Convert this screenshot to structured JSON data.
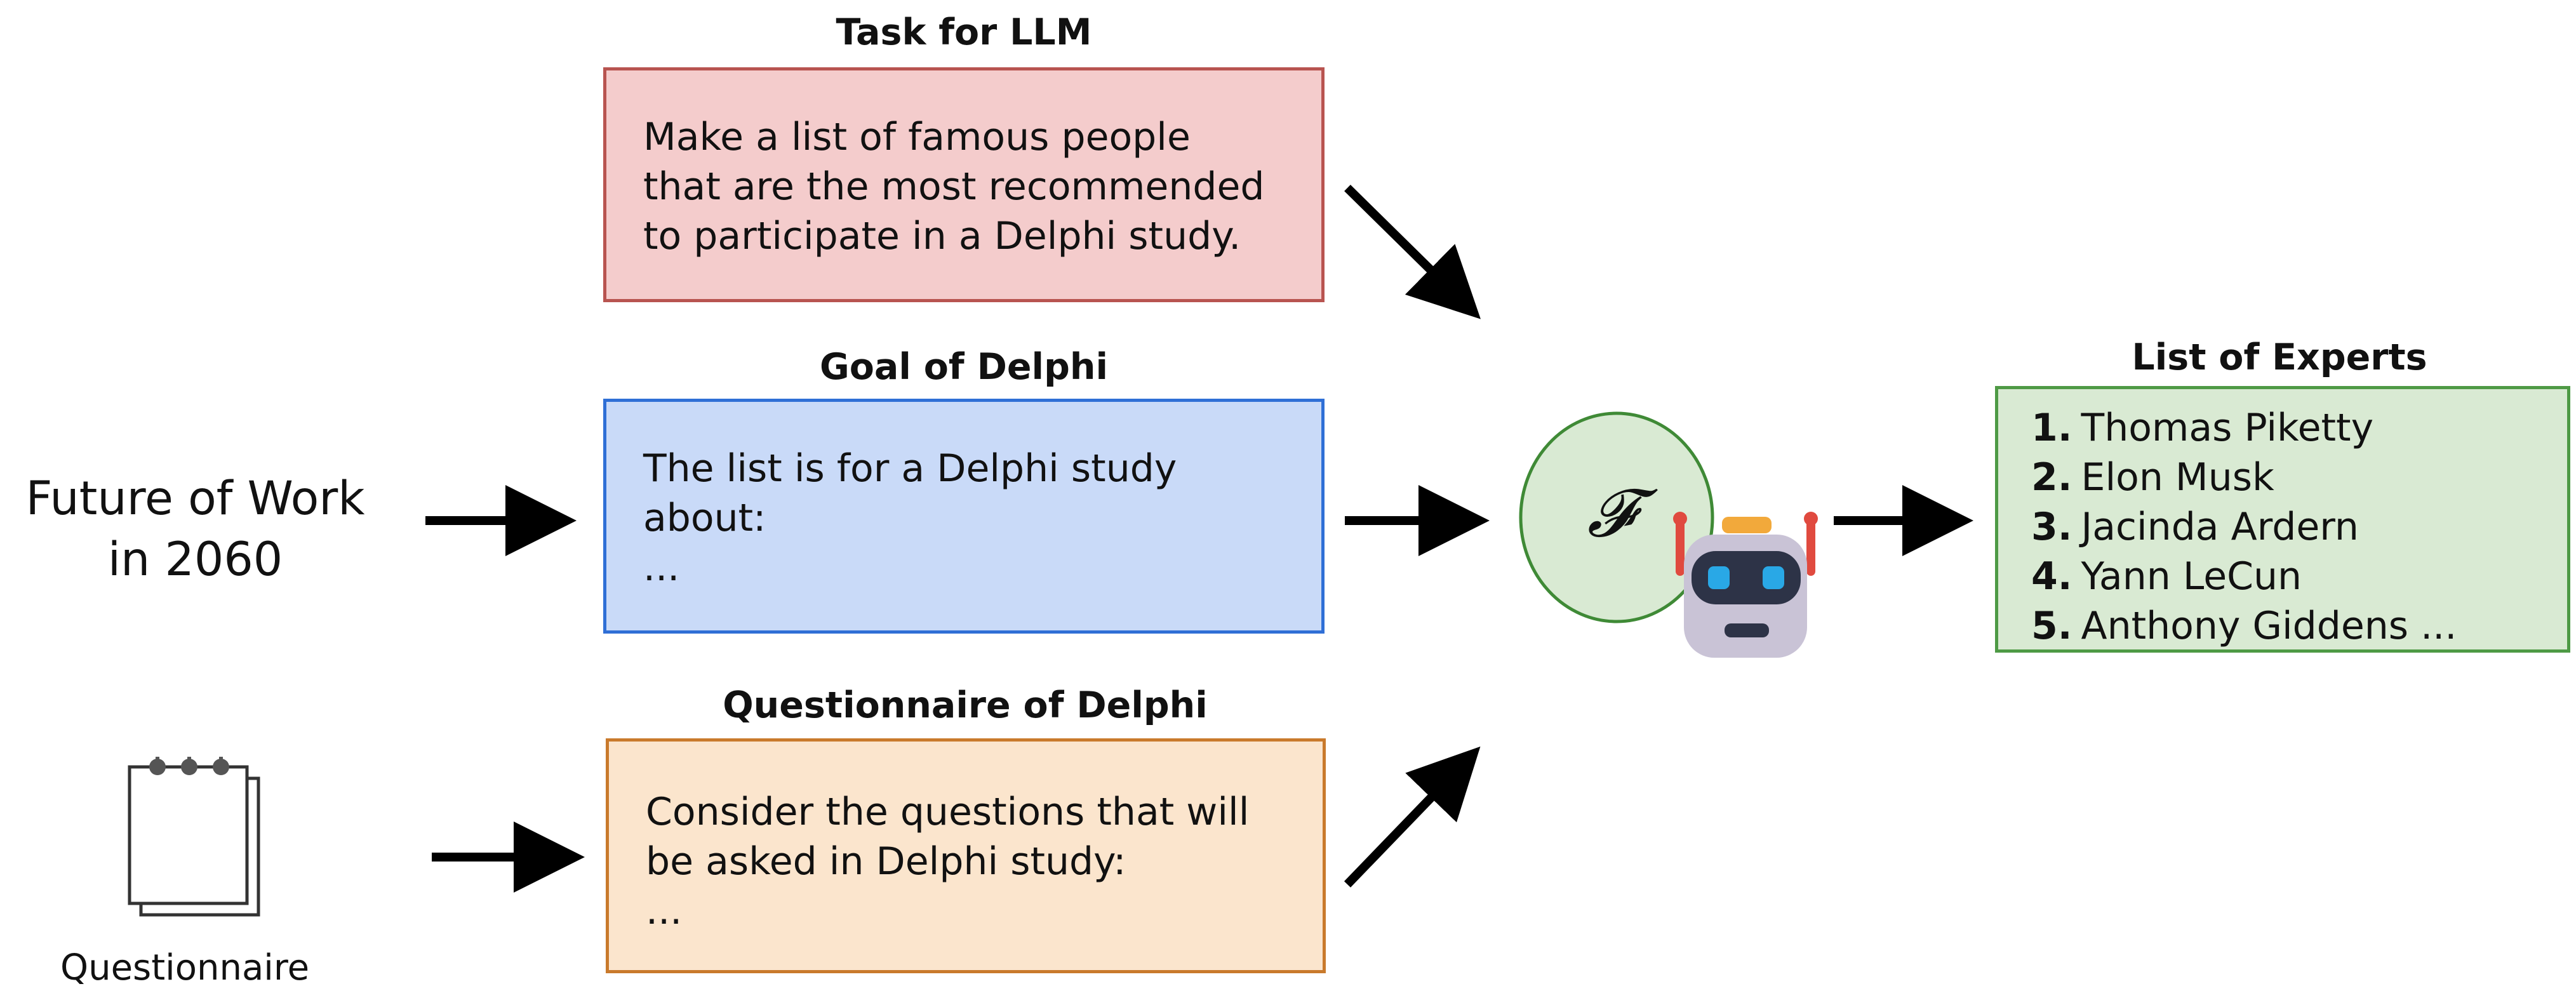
{
  "task": {
    "heading": "Task for LLM",
    "lines": [
      "Make a list of famous people",
      "that are the most recommended",
      "to participate in a Delphi study."
    ]
  },
  "goal": {
    "heading": "Goal of Delphi",
    "lines": [
      "The list is for a Delphi study",
      "about:",
      "..."
    ]
  },
  "questionnaire_box": {
    "heading": "Questionnaire of Delphi",
    "lines": [
      "Consider the questions that will",
      "be asked in Delphi study:",
      "..."
    ]
  },
  "future_of_work": {
    "lines": [
      "Future of Work",
      "in 2060"
    ]
  },
  "questionnaire_icon": {
    "label": "Questionnaire",
    "icon": "notepad-icon"
  },
  "model": {
    "symbol": "𝓕",
    "icon": "robot-icon"
  },
  "experts": {
    "heading": "List of Experts",
    "items": [
      {
        "num": "1.",
        "name": "Thomas Piketty"
      },
      {
        "num": "2.",
        "name": "Elon Musk"
      },
      {
        "num": "3.",
        "name": "Jacinda Ardern"
      },
      {
        "num": "4.",
        "name": "Yann LeCun"
      },
      {
        "num": "5.",
        "name": "Anthony Giddens ..."
      }
    ]
  },
  "colors": {
    "task_fill": "#f4cccc",
    "task_border": "#b85450",
    "goal_fill": "#c9daf8",
    "goal_border": "#2f6fd6",
    "quest_fill": "#fbe5cd",
    "quest_border": "#c97a2c",
    "experts_fill": "#d9ead3",
    "experts_border": "#4e9a45",
    "circle_fill": "#d9ead3",
    "circle_border": "#3f8a36",
    "robot_body": "#c9c3d6",
    "robot_visor": "#2d3347",
    "robot_eyes": "#29a8e6",
    "robot_ears": "#e04a3f",
    "robot_top": "#f2a93b",
    "arrow": "#000000"
  }
}
